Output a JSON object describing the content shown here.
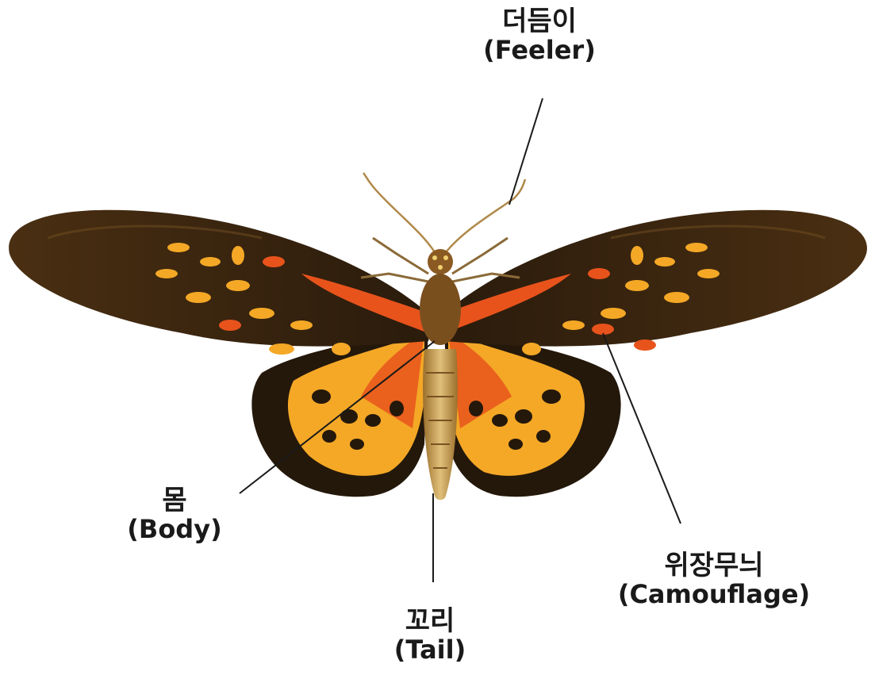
{
  "labels": {
    "feeler": {
      "ko": "더듬이",
      "en": "(Feeler)"
    },
    "body": {
      "ko": "몸",
      "en": "(Body)"
    },
    "tail": {
      "ko": "꼬리",
      "en": "(Tail)"
    },
    "camouflage": {
      "ko": "위장무늬",
      "en": "(Camouflage)"
    }
  },
  "colors": {
    "wing_dark": "#2b1d0e",
    "wing_brown": "#5c3b17",
    "wing_orange": "#e8531c",
    "wing_yellow": "#f4a826",
    "body": "#8a5a22",
    "abdomen": "#c79a4a",
    "leader_line": "#1a1a1a"
  }
}
